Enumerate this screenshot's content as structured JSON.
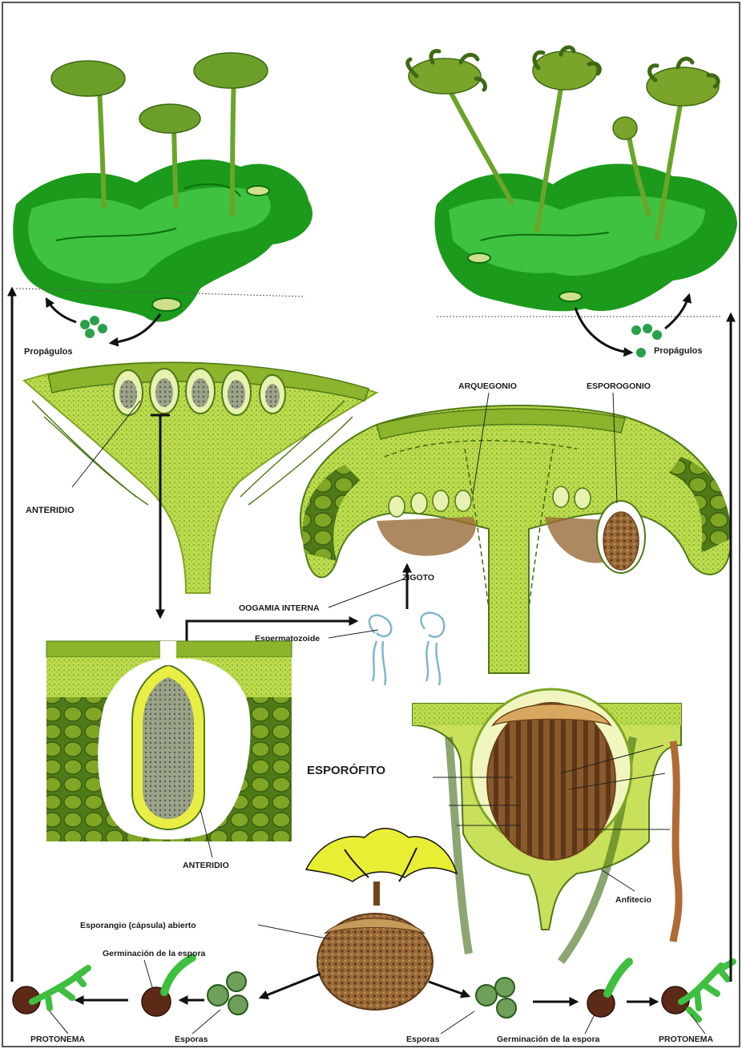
{
  "labels": {
    "propagulos_left": "Propágulos",
    "propagulos_right": "Propágulos",
    "anteridio_top": "ANTERIDIO",
    "arquegonio": "ARQUEGONIO",
    "esporogonio": "ESPOROGONIO",
    "zigoto": "ZIGOTO",
    "oogamia": "OOGAMIA INTERNA",
    "espermatozoide": "Espermatozoide",
    "esporofito": "ESPORÓFITO",
    "anteridio_bottom": "ANTERIDIO",
    "anfitecio": "Anfitecio",
    "esporangio": "Esporangio (cápsula) abierto",
    "germinacion_left": "Germinación de la espora",
    "germinacion_right": "Germinación de la espora",
    "protonema_left": "PROTONEMA",
    "protonema_right": "PROTONEMA",
    "esporas_left": "Esporas",
    "esporas_right": "Esporas"
  },
  "colors": {
    "thallus_dark": "#1c9a1c",
    "thallus_light": "#3fc23f",
    "tissue": "#b7d84a",
    "tissue_dark": "#7fa624",
    "cell_green": "#6e9a22",
    "sporangium_brown": "#8a5a2c",
    "spore_yellow": "#e7ee33"
  }
}
